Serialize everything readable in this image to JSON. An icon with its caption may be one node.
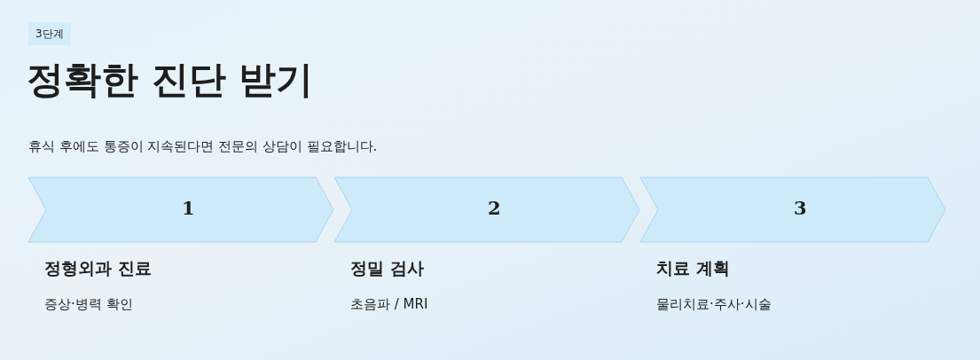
{
  "diagram": {
    "title": "정확한 진단 받기",
    "nodes": [
      {
        "text": [
          "1"
        ],
        "beside": [
          "정형외과 진료",
          "증상·병력 확인"
        ]
      },
      {
        "text": [
          "2"
        ],
        "beside": [
          "정밀 검사",
          "초음파 / MRI"
        ]
      },
      {
        "text": [
          "3"
        ],
        "beside": [
          "치료 계획",
          "물리치료·주사·시술"
        ]
      }
    ],
    "edges": [],
    "labels": [
      "3단계",
      "휴식 후에도 통증이 지속된다면 전문의 상담이 필요합니다."
    ]
  }
}
